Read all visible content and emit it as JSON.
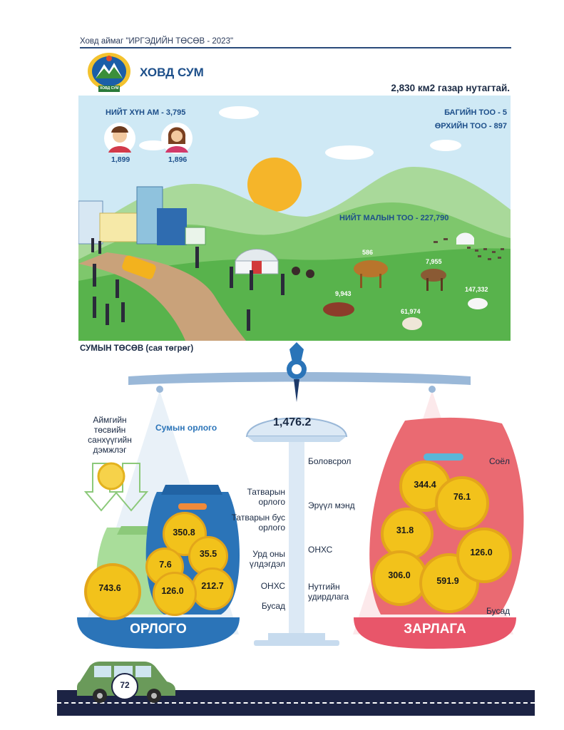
{
  "header": {
    "text": "Ховд аймаг \"ИРГЭДИЙН ТӨСӨВ - 2023\""
  },
  "somon": {
    "name": "ХОВД СУМ",
    "area": "2,830 км2 газар нутагтай.",
    "emblem_text": "ХОВД СУМ"
  },
  "population": {
    "title": "НИЙТ ХҮН АМ - 3,795",
    "male": "1,899",
    "female": "1,896"
  },
  "admin": {
    "bags": "БАГИЙН ТОО - 5",
    "households": "ӨРХИЙН ТОО - 897"
  },
  "livestock": {
    "title": "НИЙТ МАЛЫН ТОО - 227,790",
    "camel": "586",
    "horse": "7,955",
    "cattle": "9,943",
    "sheep": "61,974",
    "goat": "147,332"
  },
  "budget": {
    "title": "СУМЫН ТӨСӨВ (сая төгрөг)",
    "total": "1,476.2",
    "income_label": "ОРЛОГО",
    "expense_label": "ЗАРЛАГА",
    "aimag_support_label": "Аймгийн төсвийн санхүүгийн дэмжлэг",
    "aimag_support_value": "743.6",
    "soum_income_label": "Сумын орлого",
    "income_items": [
      {
        "label": "Татварын орлого",
        "value": "350.8"
      },
      {
        "label": "Татварын бус орлого",
        "value": "35.5"
      },
      {
        "label": "Урд оны үлдэгдэл",
        "value": "7.6"
      },
      {
        "label": "ОНХС",
        "value": "212.7"
      },
      {
        "label": "Бусад",
        "value": "126.0"
      }
    ],
    "expense_items": [
      {
        "label": "Боловсрол",
        "value": "344.4"
      },
      {
        "label": "Соёл",
        "value": "76.1"
      },
      {
        "label": "Эрүүл мэнд",
        "value": "31.8"
      },
      {
        "label": "ОНХС",
        "value": "306.0"
      },
      {
        "label": "Нутгийн удирдлага",
        "value": "591.9"
      },
      {
        "label": "Бусад",
        "value": "126.0"
      }
    ]
  },
  "page": {
    "number": "72"
  },
  "colors": {
    "brand_blue": "#1d4f8a",
    "income_blue": "#2b74b8",
    "expense_red": "#e8566a",
    "coin_gold": "#f2c21b",
    "grass_green": "#58b34c",
    "sky_blue": "#cfe9f5"
  }
}
